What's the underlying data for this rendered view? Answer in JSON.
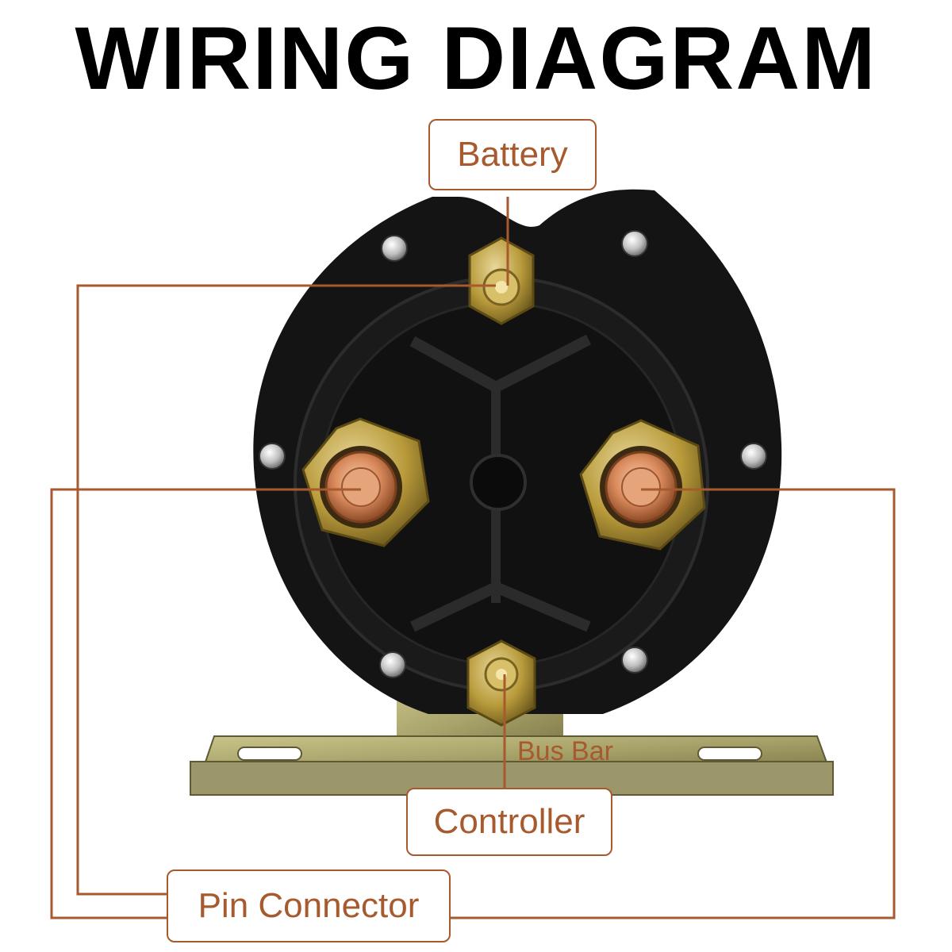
{
  "title": "WIRING DIAGRAM",
  "labels": {
    "battery": "Battery",
    "bus_bar": "Bus Bar",
    "controller": "Controller",
    "pin_connector": "Pin Connector"
  },
  "colors": {
    "accent": "#a65a2e",
    "title": "#000000",
    "body": "#111111",
    "brass": "#b89a3a",
    "copper": "#d98a5c"
  }
}
